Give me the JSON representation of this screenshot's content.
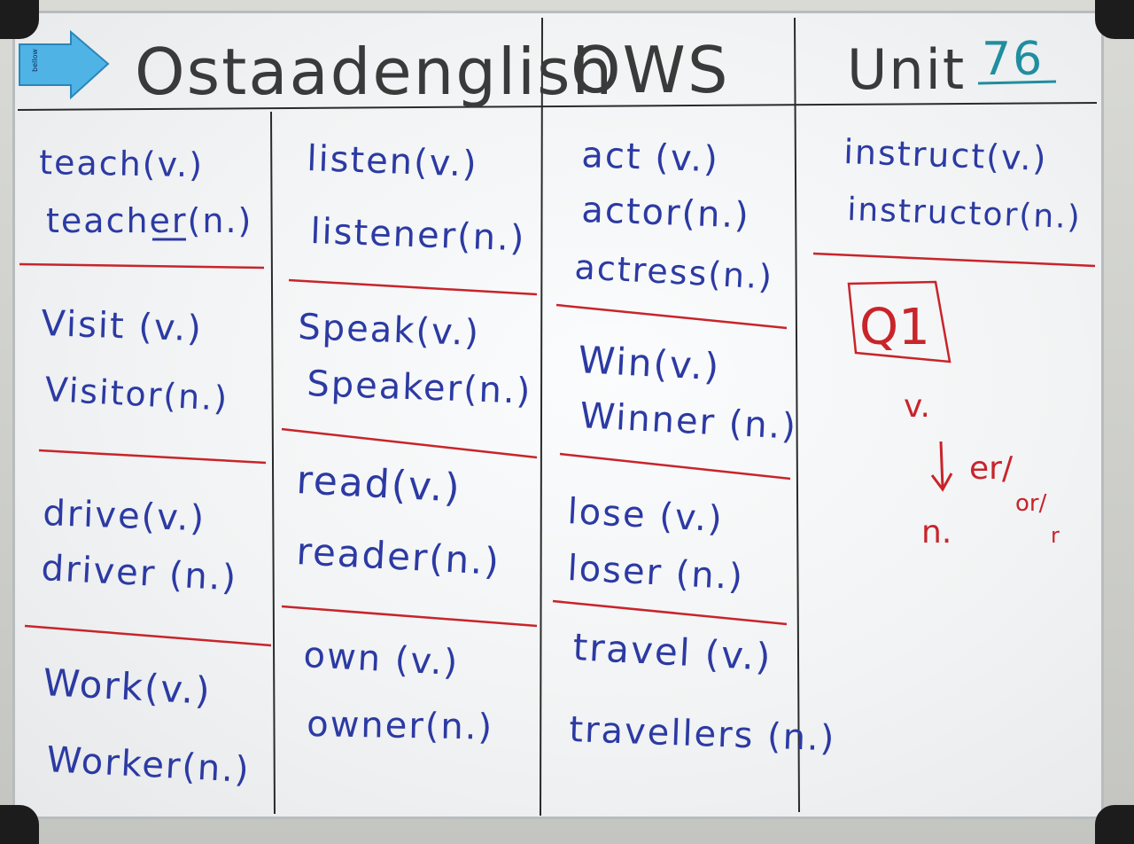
{
  "header": {
    "site": "Ostaadenglish",
    "code": "OWS",
    "unit_label": "Unit",
    "unit_number": "76"
  },
  "eraser": {
    "label": "bellow"
  },
  "columns": [
    {
      "groups": [
        {
          "verb": "teach(v.)",
          "noun": "teacher(n.)"
        },
        {
          "verb": "Visit (v.)",
          "noun": "Visitor(n.)"
        },
        {
          "verb": "drive(v.)",
          "noun": "driver (n.)"
        },
        {
          "verb": "Work(v.)",
          "noun": "Worker(n.)"
        }
      ]
    },
    {
      "groups": [
        {
          "verb": "listen(v.)",
          "noun": "listener(n.)"
        },
        {
          "verb": "Speak(v.)",
          "noun": "Speaker(n.)"
        },
        {
          "verb": "read(v.)",
          "noun": "reader(n.)"
        },
        {
          "verb": "own (v.)",
          "noun": "owner(n.)"
        }
      ]
    },
    {
      "groups": [
        {
          "verb": "act (v.)",
          "noun": "actor(n.)",
          "extra": "actress(n.)"
        },
        {
          "verb": "Win(v.)",
          "noun": "Winner (n.)"
        },
        {
          "verb": "lose (v.)",
          "noun": "loser (n.)"
        },
        {
          "verb": "travel (v.)",
          "noun": "travellers (n.)"
        }
      ]
    },
    {
      "groups": [
        {
          "verb": "instruct(v.)",
          "noun": "instructor(n.)"
        }
      ],
      "note": {
        "box": "Q1",
        "from": "v.",
        "to": "n.",
        "suffix_1": "er/",
        "suffix_2": "or/",
        "suffix_3": "r"
      }
    }
  ],
  "colors": {
    "ink_blue": "#2c3aa3",
    "ink_black": "#3a3a3a",
    "ink_red": "#c8242a",
    "ink_teal": "#1f8ea0",
    "board": "#f4f6f7",
    "frame": "#c4c5c1",
    "eraser": "#4fb3e6"
  }
}
